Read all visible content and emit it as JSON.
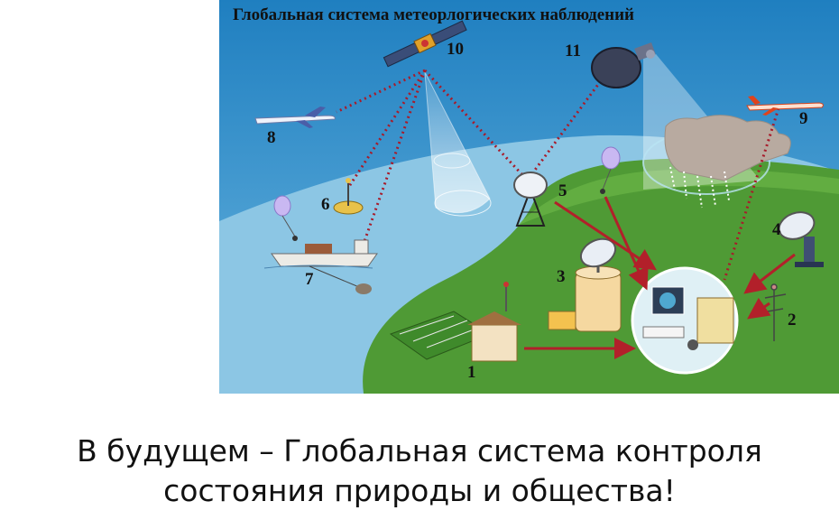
{
  "diagram": {
    "title": "Глобальная система метеорлогических наблюдений",
    "labels": {
      "n1": "1",
      "n2": "2",
      "n3": "3",
      "n4": "4",
      "n5": "5",
      "n6": "6",
      "n7": "7",
      "n8": "8",
      "n9": "9",
      "n10": "10",
      "n11": "11"
    },
    "colors": {
      "sky": "#2a8ec9",
      "ocean": "#8cc6e4",
      "land": "#4f9a35",
      "link_dotted": "#a81b2a",
      "arrow": "#b2202a"
    }
  },
  "caption": {
    "line1": "В будущем – Глобальная система контроля",
    "line2": "состояния природы и общества!"
  }
}
